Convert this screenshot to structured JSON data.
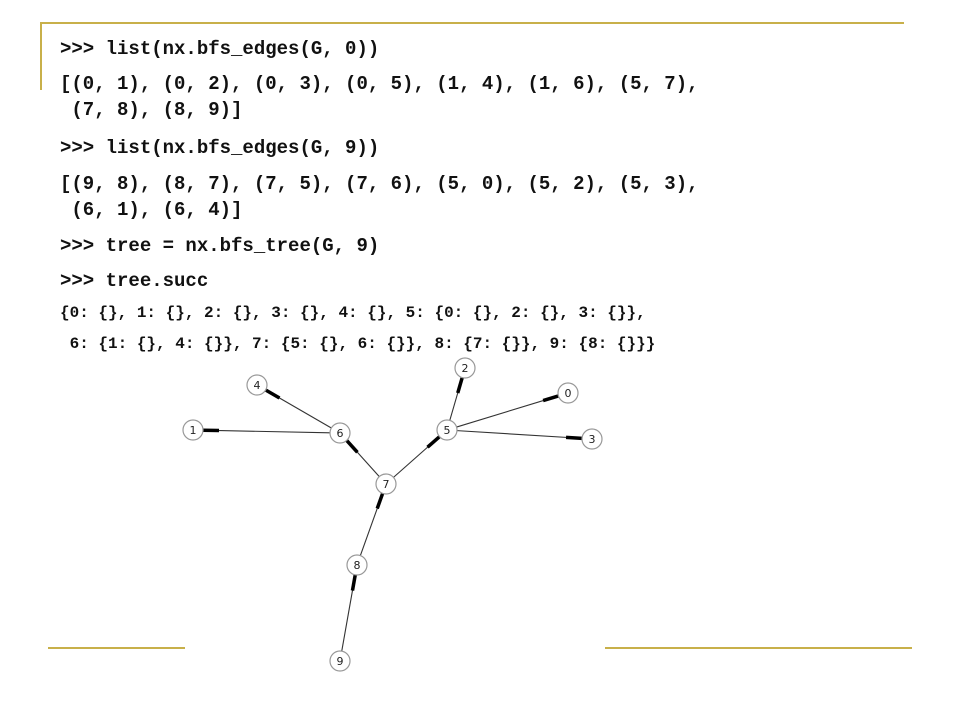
{
  "slide": {
    "code_lines": [
      ">>> list(nx.bfs_edges(G, 0))",
      "[(0, 1), (0, 2), (0, 3), (0, 5), (1, 4), (1, 6), (5, 7),",
      " (7, 8), (8, 9)]",
      ">>> list(nx.bfs_edges(G, 9))",
      "[(9, 8), (8, 7), (7, 5), (7, 6), (5, 0), (5, 2), (5, 3),",
      " (6, 1), (6, 4)]",
      ">>> tree = nx.bfs_tree(G, 9)",
      ">>> tree.succ"
    ],
    "succ_lines": [
      "{0: {}, 1: {}, 2: {}, 3: {}, 4: {}, 5: {0: {}, 2: {}, 3: {}},",
      " 6: {1: {}, 4: {}}, 7: {5: {}, 6: {}}, 8: {7: {}}, 9: {8: {}}}"
    ]
  },
  "graph": {
    "nodes": [
      "0",
      "1",
      "2",
      "3",
      "4",
      "5",
      "6",
      "7",
      "8",
      "9"
    ],
    "edges": [
      [
        "9",
        "8"
      ],
      [
        "8",
        "7"
      ],
      [
        "7",
        "5"
      ],
      [
        "7",
        "6"
      ],
      [
        "5",
        "0"
      ],
      [
        "5",
        "2"
      ],
      [
        "5",
        "3"
      ],
      [
        "6",
        "1"
      ],
      [
        "6",
        "4"
      ]
    ]
  },
  "colors": {
    "accent_rule": "#c8b04a",
    "node_stroke": "#999999",
    "edge": "#333333"
  }
}
